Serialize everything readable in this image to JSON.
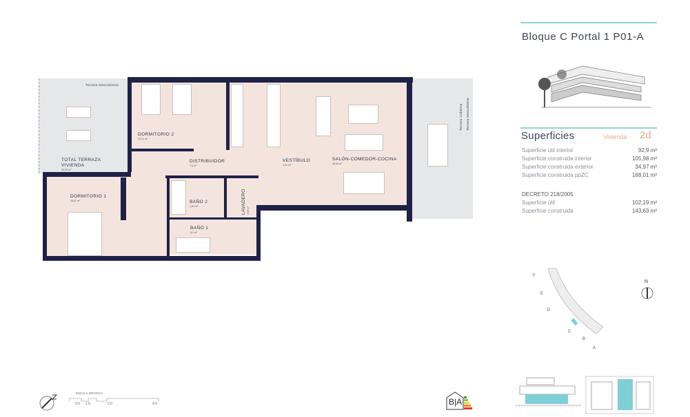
{
  "header": {
    "title": "Bloque C Portal 1 P01-A",
    "accent": "#8fd3d8"
  },
  "superficies": {
    "title": "Superficies",
    "unit_label": "Vivienda",
    "unit_type": "2d",
    "unit_color": "#e8a98a",
    "rows": [
      {
        "label": "Superficie útil interior",
        "value": "92,9 m²"
      },
      {
        "label": "Superficie construida interior",
        "value": "105,98 m²"
      },
      {
        "label": "Superficie construida exterior",
        "value": "34,97 m²"
      },
      {
        "label": "Superficie construida ppZC",
        "value": "168,01 m²"
      }
    ],
    "decreto_title": "DECRETO 218/2005",
    "decreto_rows": [
      {
        "label": "Superficie útil",
        "value": "102,19 m²"
      },
      {
        "label": "Superficie construida",
        "value": "143,63 m²"
      }
    ]
  },
  "plan": {
    "rooms": [
      {
        "name": "DORMITORIO 2",
        "area": "13,11 m²"
      },
      {
        "name": "DISTRIBUIDOR",
        "area": "7,6 m²"
      },
      {
        "name": "VESTÍBULO",
        "area": "4,21 m²"
      },
      {
        "name": "SALÓN-COMEDOR-COCINA",
        "area": "36,66 m²"
      },
      {
        "name": "DORMITORIO 1",
        "area": "16,67 m²"
      },
      {
        "name": "BAÑO 2",
        "area": "3,81 m²"
      },
      {
        "name": "LAVADERO",
        "area": "2,69 m²"
      },
      {
        "name": "BAÑO 1",
        "area": "6,1 m²"
      }
    ],
    "terrace_left": "Terraza Descubierta",
    "terrace_total_1": "TOTAL  TERRAZA",
    "terrace_total_2": "VIVIENDA",
    "terrace_total_area": "33,30 m²",
    "terrace_right_1": "Terraza Cubierta",
    "terrace_right_2": "Terraza Descubierta",
    "wall_color": "#1f2147",
    "floor_color": "#f3e5de"
  },
  "scale": {
    "title": "ESCALA GRÁFICA",
    "ticks": [
      "0.5",
      "1.0",
      "2.0",
      "4.0"
    ]
  },
  "compass": {
    "north": "N"
  },
  "site_map": {
    "blocks": [
      "F",
      "E",
      "D",
      "C",
      "B",
      "A"
    ]
  },
  "energy": {
    "text": "B|A"
  }
}
